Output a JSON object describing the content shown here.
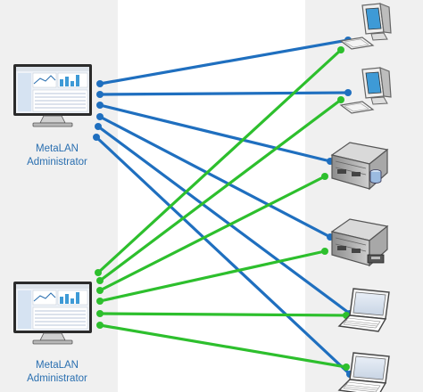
{
  "admins": [
    {
      "label_line1": "MetaLAN",
      "label_line2": "Administrator",
      "icon": "monitor-icon"
    },
    {
      "label_line1": "MetaLAN",
      "label_line2": "Administrator",
      "icon": "monitor-icon"
    }
  ],
  "devices": [
    {
      "kind": "desktop-computer",
      "icon": "desktop-computer-icon"
    },
    {
      "kind": "desktop-computer",
      "icon": "desktop-computer-icon"
    },
    {
      "kind": "server",
      "icon": "server-icon"
    },
    {
      "kind": "server",
      "icon": "server-icon"
    },
    {
      "kind": "laptop",
      "icon": "laptop-icon"
    },
    {
      "kind": "laptop",
      "icon": "laptop-icon"
    }
  ],
  "colors": {
    "link_admin_1": "#1f6fbf",
    "link_admin_2": "#2dbf2d",
    "panel_background": "#f0f0f0",
    "caption_text": "#2a6fb0"
  }
}
